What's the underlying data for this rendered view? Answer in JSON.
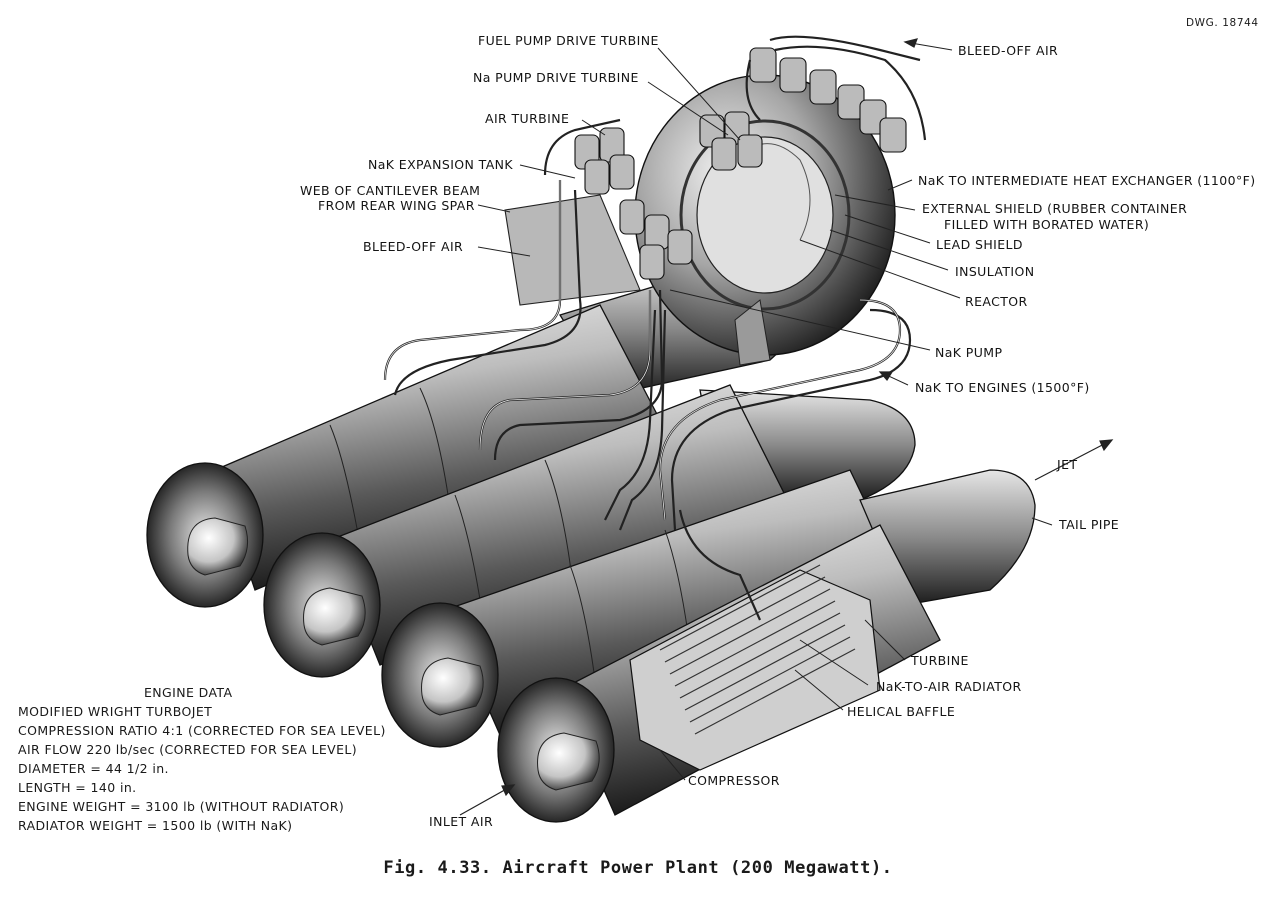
{
  "drawing_number": "DWG. 18744",
  "labels": {
    "fuel_pump_drive_turbine": "FUEL PUMP DRIVE TURBINE",
    "na_pump_drive_turbine": "Na PUMP DRIVE TURBINE",
    "air_turbine": "AIR TURBINE",
    "nak_expansion_tank": "NaK EXPANSION TANK",
    "web_line1": "WEB OF CANTILEVER BEAM",
    "web_line2": "FROM REAR WING SPAR",
    "bleed_off_air_left": "BLEED-OFF AIR",
    "bleed_off_air_top": "BLEED-OFF AIR",
    "nak_to_ihx": "NaK TO INTERMEDIATE HEAT EXCHANGER (1100°F)",
    "external_shield_line1": "EXTERNAL SHIELD (RUBBER CONTAINER",
    "external_shield_line2": "FILLED WITH BORATED WATER)",
    "lead_shield": "LEAD SHIELD",
    "insulation": "INSULATION",
    "reactor": "REACTOR",
    "nak_pump": "NaK PUMP",
    "nak_to_engines": "NaK TO ENGINES (1500°F)",
    "jet": "JET",
    "tail_pipe": "TAIL PIPE",
    "turbine": "TURBINE",
    "nak_to_air_radiator": "NaK-TO-AIR RADIATOR",
    "helical_baffle": "HELICAL BAFFLE",
    "compressor": "COMPRESSOR",
    "inlet_air": "INLET AIR"
  },
  "engine_data": {
    "heading": "ENGINE DATA",
    "lines": [
      "MODIFIED WRIGHT TURBOJET",
      "COMPRESSION RATIO 4:1 (CORRECTED FOR SEA LEVEL)",
      "AIR FLOW 220 lb/sec (CORRECTED FOR SEA LEVEL)",
      "DIAMETER = 44 1/2 in.",
      "LENGTH = 140 in.",
      "ENGINE WEIGHT = 3100 lb (WITHOUT RADIATOR)",
      "RADIATOR WEIGHT = 1500 lb (WITH NaK)"
    ]
  },
  "caption": "Fig. 4.33.   Aircraft Power Plant (200 Megawatt)."
}
